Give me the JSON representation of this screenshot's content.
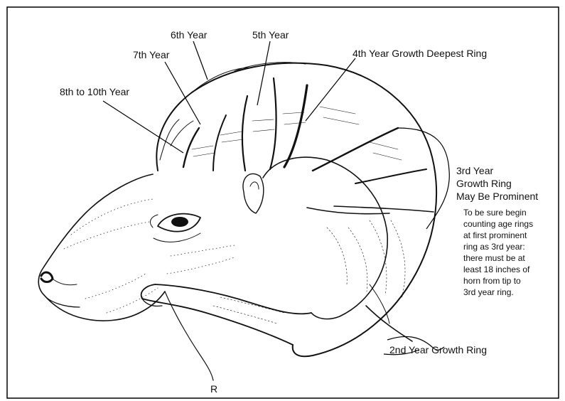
{
  "labels": {
    "year6": "6th Year",
    "year5": "5th Year",
    "year7": "7th Year",
    "year4": "4th Year Growth Deepest Ring",
    "year8_10": "8th to 10th  Year",
    "year3_line1": "3rd Year",
    "year3_line2": "Growth Ring",
    "year3_line3": "May Be Prominent",
    "year2": "2nd Year Growth Ring"
  },
  "note_lines": [
    "To be sure begin",
    "counting age rings",
    "at first prominent",
    "ring as 3rd year:",
    "there must be at",
    "least 18 inches of",
    "horn from tip to",
    "3rd year ring."
  ],
  "signature": "R"
}
